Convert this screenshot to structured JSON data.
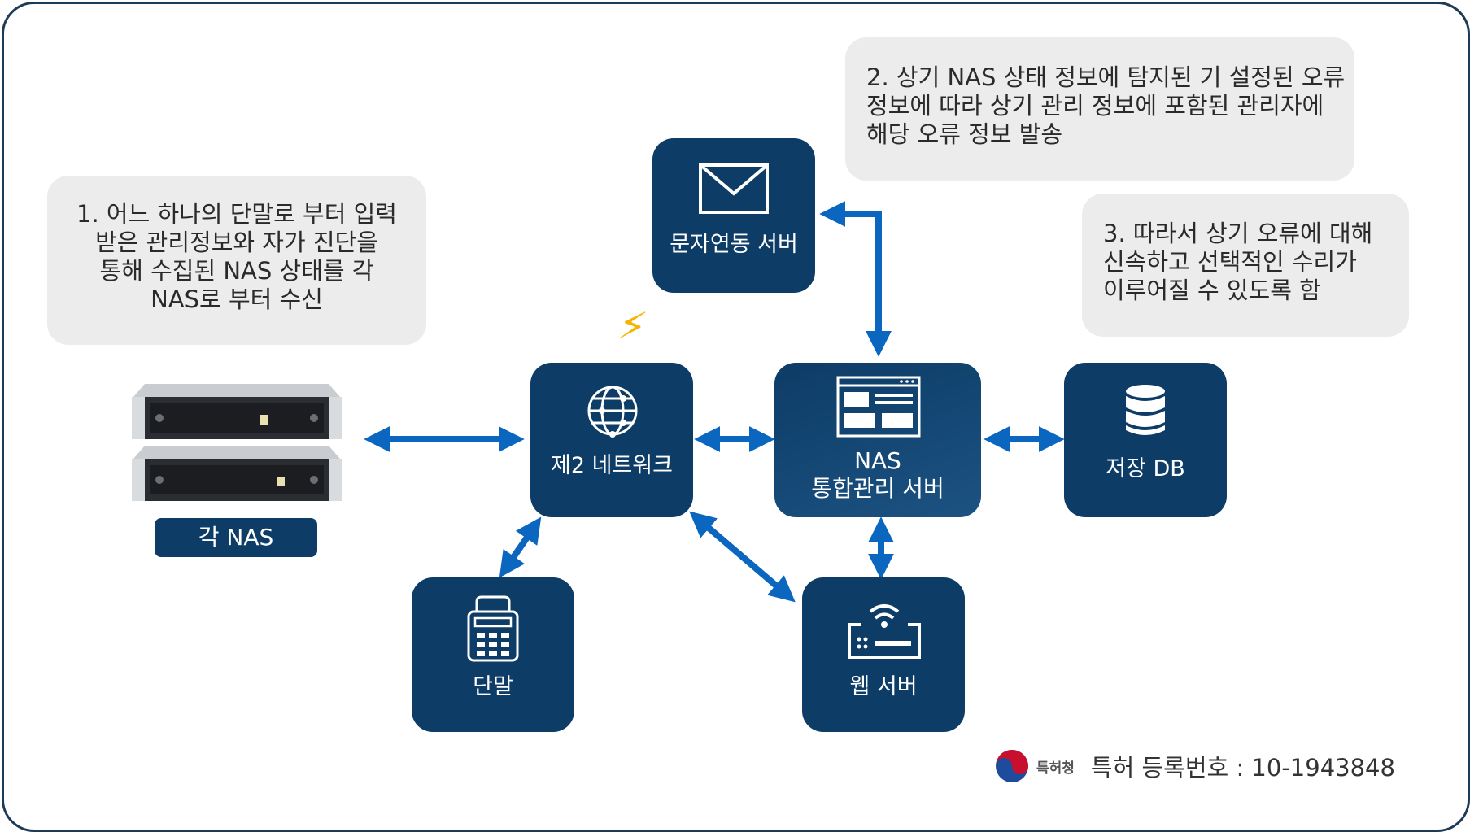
{
  "callouts": {
    "step1": "1. 어느 하나의 단말로 부터 입력\n받은 관리정보와 자가 진단을\n통해 수집된 NAS 상태를 각\nNAS로 부터 수신",
    "step2": "2. 상기 NAS 상태 정보에 탐지된 기 설정된 오류\n정보에 따라 상기 관리 정보에 포함된 관리자에\n해당 오류 정보 발송",
    "step3": "3. 따라서 상기 오류에 대해\n신속하고 선택적인 수리가\n이루어질 수 있도록 함"
  },
  "nodes": {
    "sms_server": "문자연동 서버",
    "network": "제2 네트워크",
    "nas_server": "NAS\n통합관리 서버",
    "storage_db": "저장 DB",
    "terminal": "단말",
    "web_server": "웹 서버",
    "each_nas": "각 NAS"
  },
  "icons": {
    "sms": "envelope-icon",
    "network": "globe-icon",
    "nas_server": "dashboard-window-icon",
    "db": "database-icon",
    "terminal": "fax-terminal-icon",
    "web": "wifi-router-icon",
    "bolt": "lightning-icon"
  },
  "footer": {
    "agency": "특허청",
    "registration": "특허 등록번호 : 10-1943848"
  },
  "colors": {
    "node_bg": "#0d3c66",
    "arrow": "#0a66bf",
    "callout_bg": "#ececec",
    "frame": "#1d3a57"
  }
}
